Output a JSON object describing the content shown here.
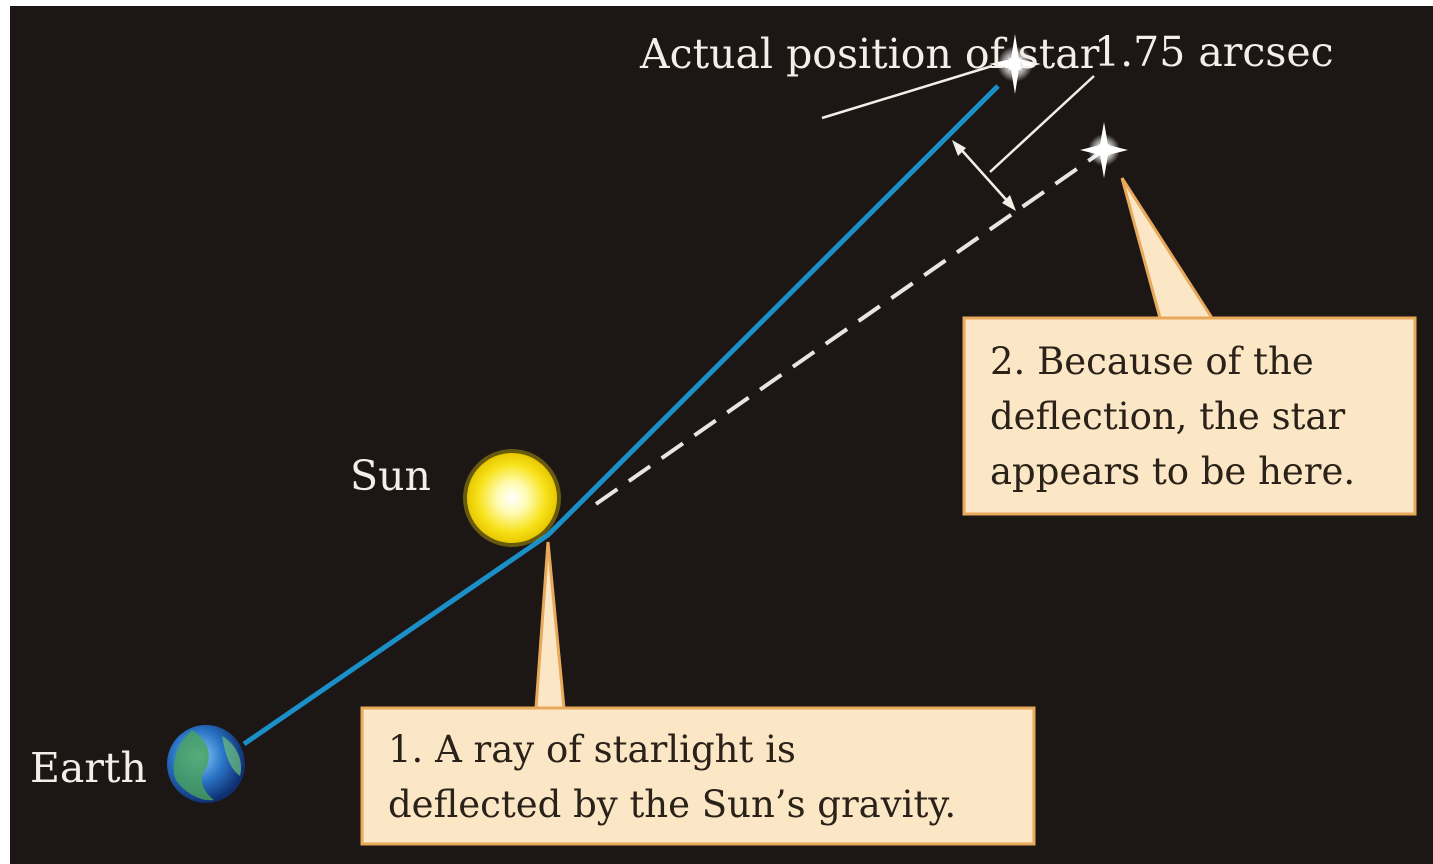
{
  "colors": {
    "background": "#1c1614",
    "ray": "#1a8fc8",
    "callout_fill": "#fbe7c6",
    "callout_border": "#e9a95a",
    "sun_core": "#fffde0",
    "sun_outer": "#f3d800",
    "star": "#ffffff"
  },
  "labels": {
    "actual_position": [
      "Actual",
      "position",
      "of star"
    ],
    "arcsec": "1.75 arcsec",
    "sun": "Sun",
    "earth": "Earth"
  },
  "callouts": {
    "one": [
      "1. A ray of starlight is",
      "deflected by the Sun’s gravity."
    ],
    "two": [
      "2. Because of the",
      "deflection, the star",
      "appears to be here."
    ]
  }
}
